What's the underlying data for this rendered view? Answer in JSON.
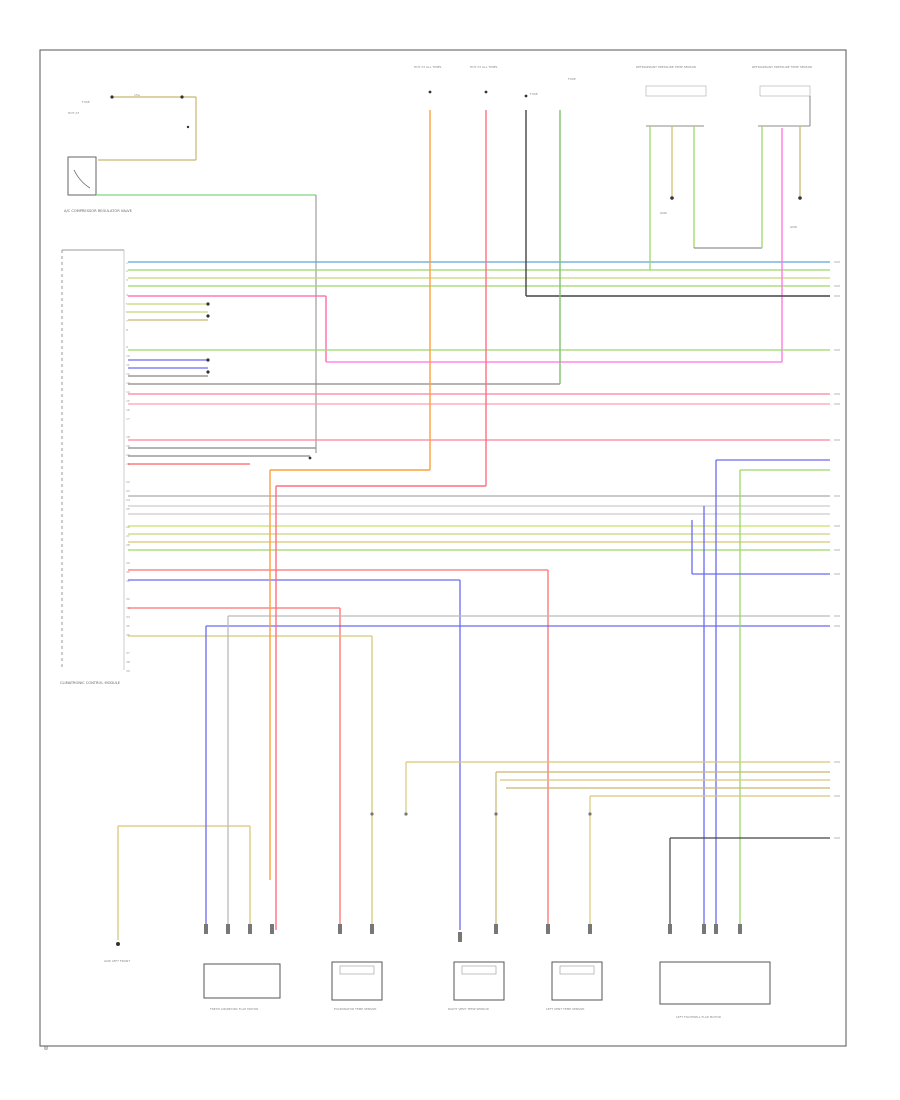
{
  "labels": {
    "ac_module": "A/C COMPRESSOR REGULATOR VALVE",
    "hvac_module": "CLIMATRONIC CONTROL MODULE",
    "hot_fuse_a": "HOT AT ALL TIMES",
    "hot_fuse_b": "HOT AT ALL TIMES",
    "fuse_c": "FUSE",
    "fuse_d": "FUSE",
    "sensor_top_1": "REFRIGERANT PRESSURE TEMP SENSOR",
    "sensor_top_2": "REFRIGERANT PRESSURE TEMP SENSOR",
    "ground_top_1": "GND",
    "ground_top_2": "GND",
    "ground_bottom": "GND LEFT FRONT",
    "fresh_air_motor": "FRESH AIR/RECIRC FLAP MOTOR",
    "evaporator_sensor": "EVAPORATOR TEMP SENSOR",
    "right_vent_sensor": "RIGHT VENT TEMP SENSOR",
    "left_vent_sensor": "LEFT VENT TEMP SENSOR",
    "left_footwell_motor": "LEFT FOOTWELL FLAP MOTOR",
    "page_code": "W"
  }
}
